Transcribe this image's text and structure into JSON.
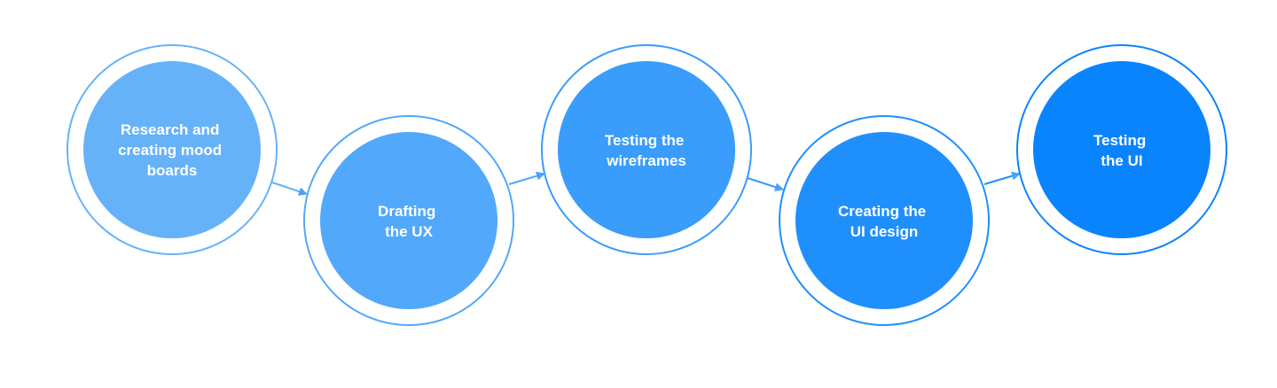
{
  "steps": [
    {
      "lines": [
        "Research and",
        "creating mood",
        "boards"
      ],
      "color": "#66b2f9",
      "ring_color": "#66b2f9"
    },
    {
      "lines": [
        "Drafting",
        "the UX"
      ],
      "color": "#52a8fa",
      "ring_color": "#52a8fa"
    },
    {
      "lines": [
        "Testing the",
        "wireframes"
      ],
      "color": "#3a9cfb",
      "ring_color": "#3a9cfb"
    },
    {
      "lines": [
        "Creating the",
        "UI design"
      ],
      "color": "#1f8ffc",
      "ring_color": "#1f8ffc"
    },
    {
      "lines": [
        "Testing",
        "the UI"
      ],
      "color": "#0a84fd",
      "ring_color": "#0a84fd"
    }
  ],
  "arrow_color": "#4aa3f8"
}
